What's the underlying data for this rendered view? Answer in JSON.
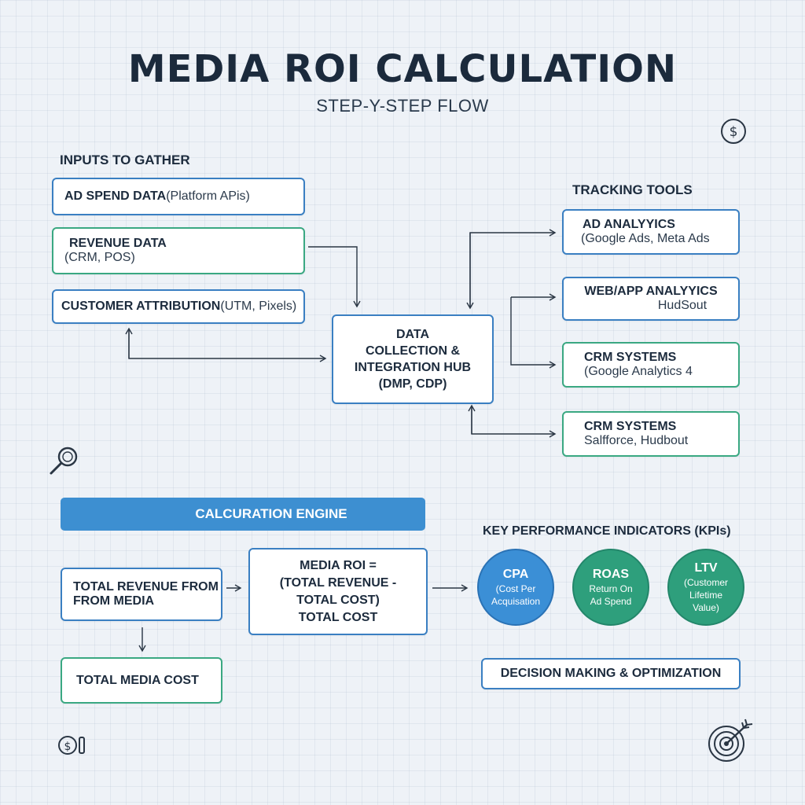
{
  "header": {
    "title": "MEDIA ROI CALCULATION",
    "subtitle": "STEP-Y-STEP FLOW"
  },
  "inputs": {
    "label": "INPUTS TO GATHER",
    "ad_spend": {
      "bold": "AD SPEND DATA",
      "rest": " (Platform APis)"
    },
    "revenue": {
      "bold": "REVENUE DATA",
      "rest": "(CRM, POS)"
    },
    "attribution": {
      "bold": "CUSTOMER ATTRIBUTION",
      "rest": " (UTM, Pixels)"
    }
  },
  "hub": {
    "lines": [
      "DATA",
      "COLLECTION &",
      "INTEGRATION HUB",
      "(DMP, CDP)"
    ]
  },
  "tracking": {
    "label": "TRACKING TOOLS",
    "items": [
      {
        "bold": "AD ANALYYICS",
        "rest": "(Google Ads, Meta Ads"
      },
      {
        "bold": "WEB/APP ANALYYICS",
        "rest": "HudSout"
      },
      {
        "bold": "CRM SYSTEMS",
        "rest": "(Google Analytics 4"
      },
      {
        "bold": "CRM SYSTEMS",
        "rest": "Salfforce, Hudbout"
      }
    ]
  },
  "engine": {
    "banner": "CALCURATION ENGINE",
    "total_revenue": [
      "TOTAL REVENUE FROM",
      "FROM MEDIA"
    ],
    "total_cost": "TOTAL MEDIA COST",
    "formula": [
      "MEDIA ROI =",
      "(TOTAL REVENUE -",
      "TOTAL COST)",
      "TOTAL COST"
    ]
  },
  "kpis": {
    "label": "KEY PERFORMANCE INDICATORS (KPIs)",
    "items": [
      {
        "name": "CPA",
        "desc": [
          "(Cost Per",
          "Acquisation"
        ],
        "color": "#3b8fd6"
      },
      {
        "name": "ROAS",
        "desc": [
          "Return On",
          "Ad Spend"
        ],
        "color": "#2e9f7c"
      },
      {
        "name": "LTV",
        "desc": [
          "(Customer",
          "Lifetime",
          "Value)"
        ],
        "color": "#2e9f7c"
      }
    ],
    "decision": "DECISION MAKING & OPTIMIZATION"
  },
  "icons": [
    "dollar-coin-icon",
    "magnifier-icon",
    "cash-icon",
    "target-icon"
  ],
  "colors": {
    "blue": "#3a7fc2",
    "green": "#3aa882",
    "banner": "#3d8fd1",
    "text": "#1c2b3d"
  }
}
